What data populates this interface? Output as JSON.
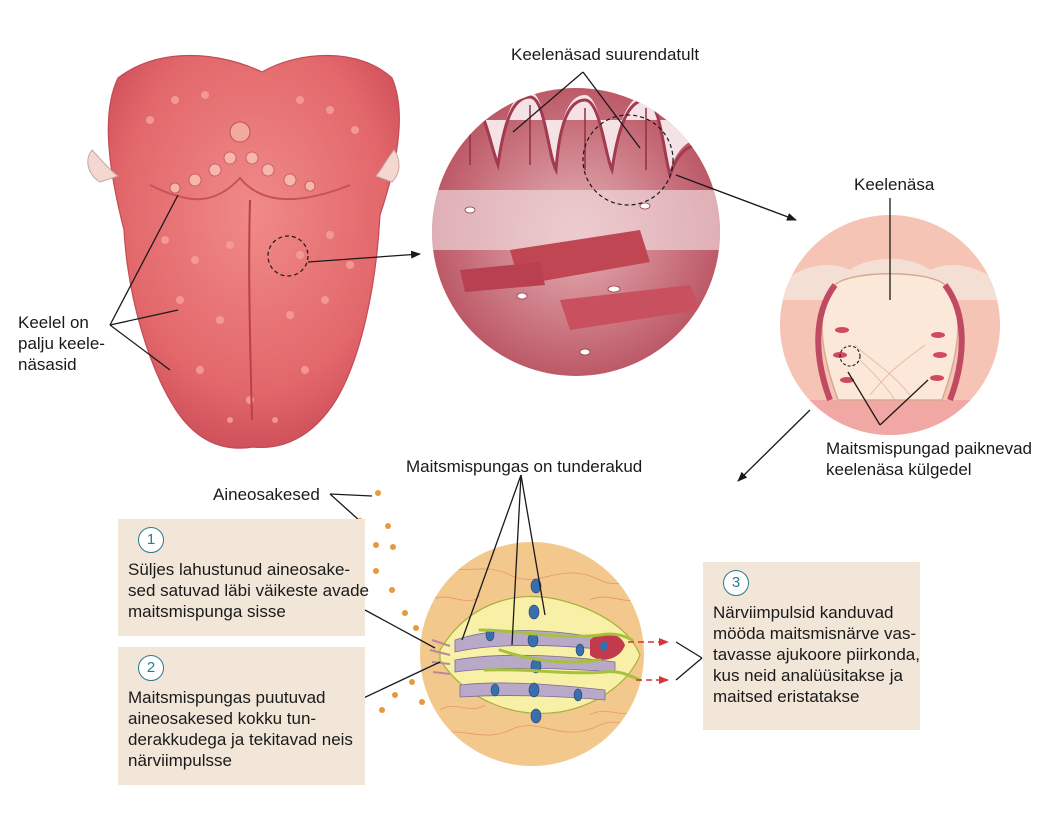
{
  "labels": {
    "tongue": [
      "Keelel on",
      "palju keele-",
      "näsasid"
    ],
    "papillae_enlarged": "Keelenäsad suurendatult",
    "papilla": "Keelenäsa",
    "taste_buds_location": [
      "Maitsmispungad paiknevad",
      "keelenäsa külgedel"
    ],
    "receptor_cells": "Maitsmispungas on tunderakud",
    "particles": "Aineosakesed"
  },
  "steps": [
    {
      "number": "1",
      "lines": [
        "Süljes lahustunud aineosake-",
        "sed satuvad läbi väikeste avade",
        "maitsmispunga sisse"
      ]
    },
    {
      "number": "2",
      "lines": [
        "Maitsmispungas puutuvad",
        "aineosakesed kokku tun-",
        "derakkudega ja tekitavad neis",
        "närviimpulsse"
      ]
    },
    {
      "number": "3",
      "lines": [
        "Närviimpulsid kanduvad",
        "mööda maitsmisnärve vas-",
        "tavasse ajukoore piirkonda,",
        "kus neid analüüsitakse  ja",
        "maitsed eristatakse"
      ]
    }
  ],
  "colors": {
    "tongue": "#e2676b",
    "tissue": "#c96a78",
    "papilla_bg": "#f6c4b5",
    "bud_bg": "#f3c88c",
    "box_bg": "#f2e6d9",
    "step_number": "#2b7a8b",
    "particle": "#e89a3a",
    "signal_arrow": "#d8333a"
  }
}
